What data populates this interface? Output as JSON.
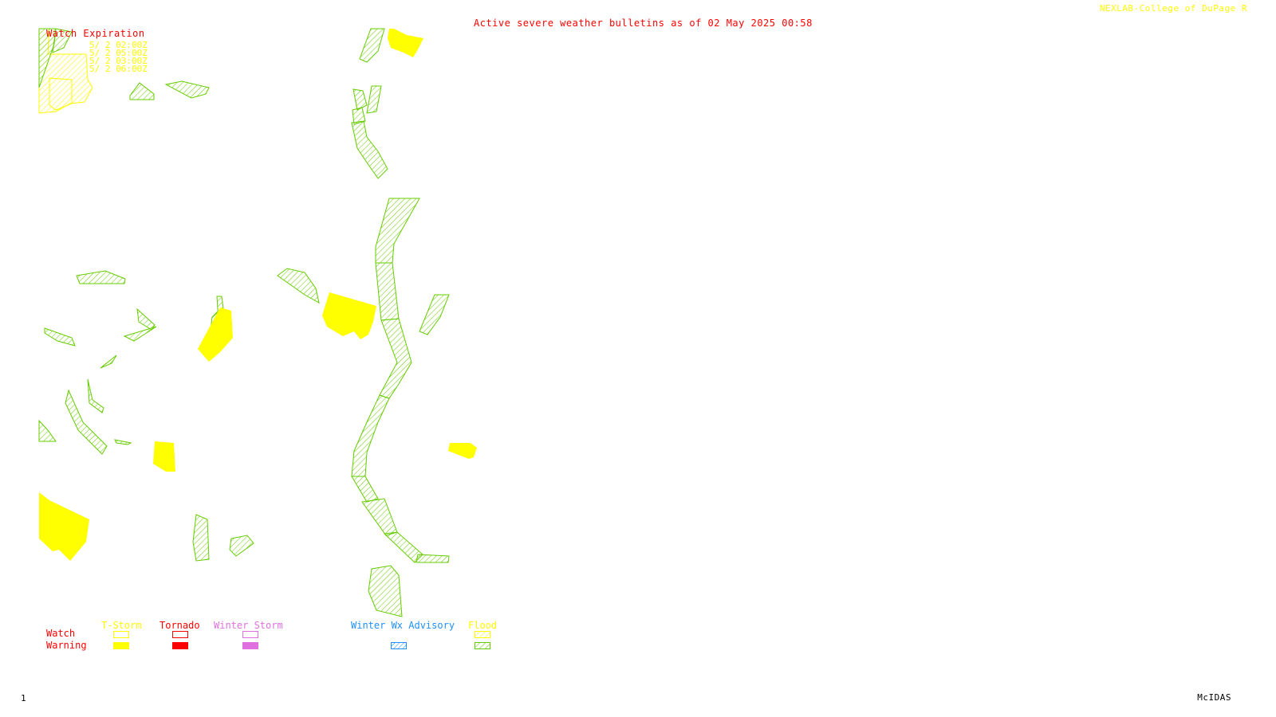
{
  "header": {
    "title": "Active severe weather bulletins as of 02 May 2025 00:58",
    "credit": "NEXLAB-College of DuPage R"
  },
  "watch_expiration": {
    "label": "Watch Expiration",
    "entries": [
      "5/ 2 02:00Z",
      "5/ 2 05:00Z",
      "5/ 2 03:00Z",
      "5/ 2 06:00Z"
    ]
  },
  "legend": {
    "row_labels": {
      "watch": "Watch",
      "warning": "Warning"
    },
    "categories": [
      {
        "name": "T-Storm",
        "color": "#ffff00"
      },
      {
        "name": "Tornado",
        "color": "#ff0000"
      },
      {
        "name": "Winter Storm",
        "color": "#e070e0"
      },
      {
        "name": "Winter Wx Advisory",
        "color": "#1e90ff"
      },
      {
        "name": "Flood",
        "color": "#ffff00",
        "warning_color": "#66cc00"
      }
    ]
  },
  "footer": {
    "frame_number": "1",
    "software": "McIDAS"
  },
  "colors": {
    "thunderstorm_warning": "#ffff00",
    "flood_warning": "#66cc00",
    "tornado": "#ff0000",
    "winter_storm": "#e070e0",
    "winter_advisory": "#1e90ff",
    "title_red": "#ff0000"
  }
}
